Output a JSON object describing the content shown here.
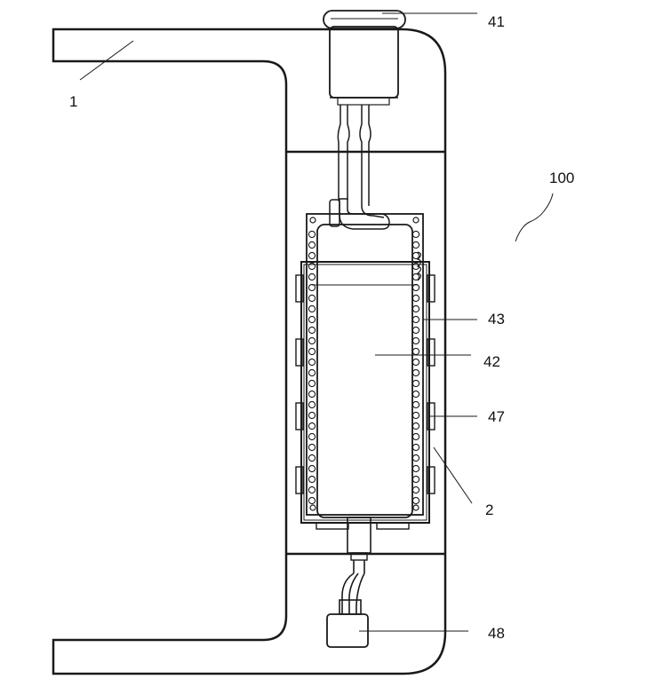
{
  "labels": {
    "frame": "1",
    "cap": "41",
    "assembly": "100",
    "tube": "43",
    "core": "42",
    "clip": "47",
    "housing": "2",
    "base_unit": "48"
  }
}
